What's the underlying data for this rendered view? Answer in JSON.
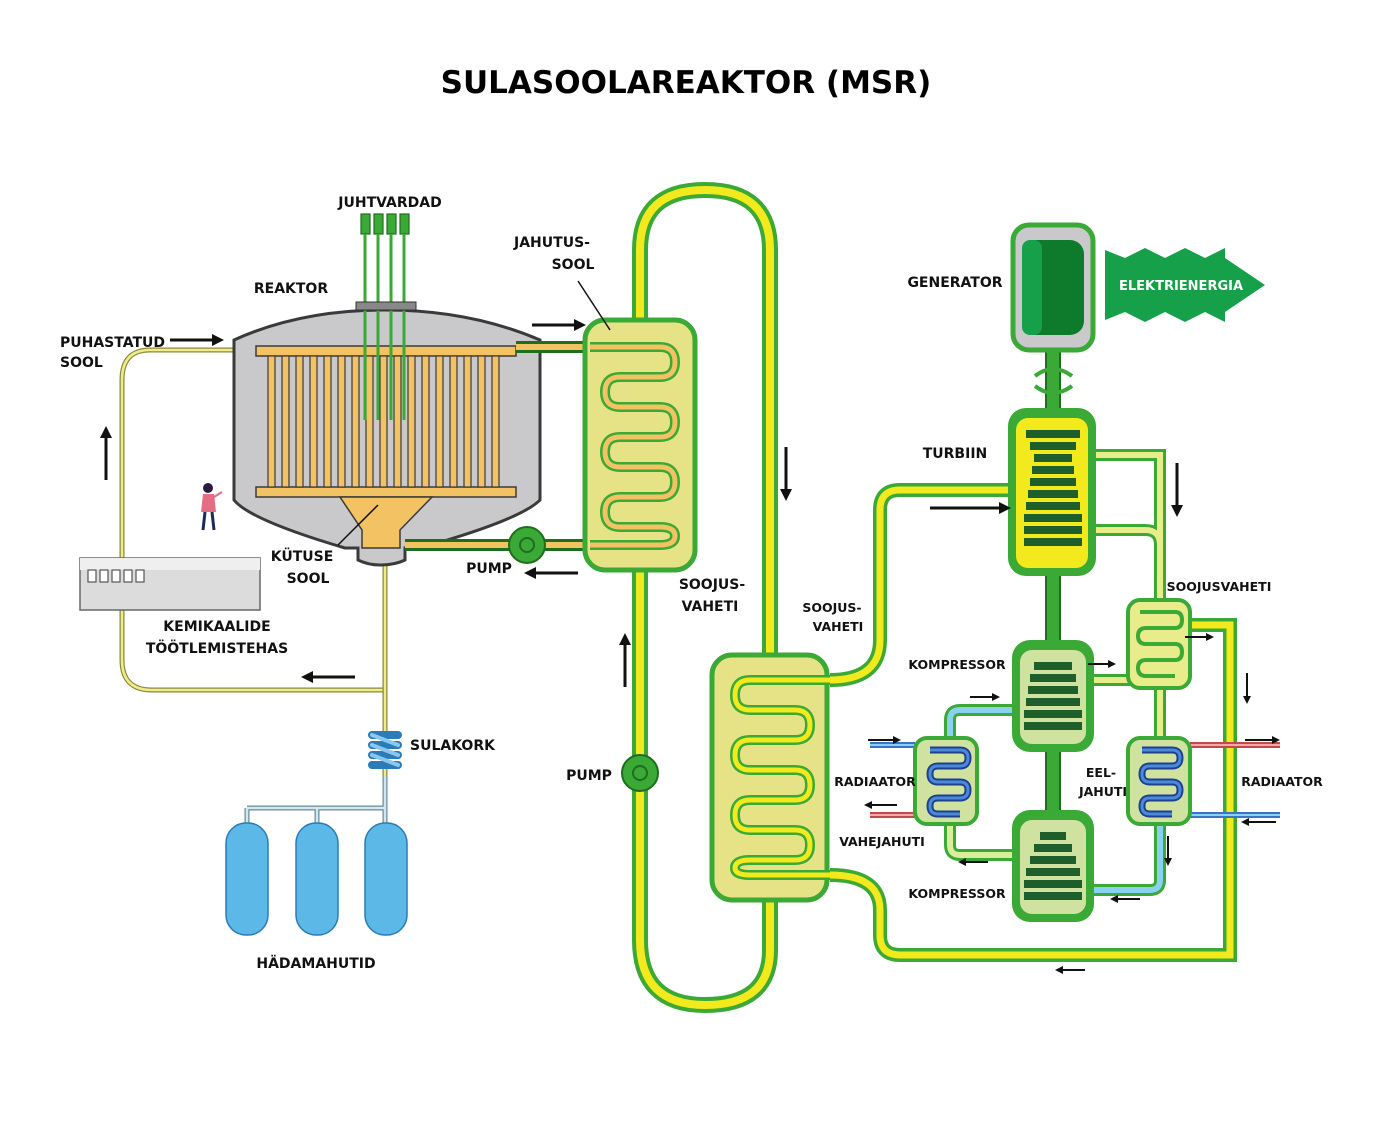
{
  "title": "SULASOOLAREAKTOR (MSR)",
  "labels": {
    "control_rods": "JUHTVARDAD",
    "reactor": "REAKTOR",
    "purified_salt_1": "PUHASTATUD",
    "purified_salt_2": "SOOL",
    "coolant_salt_1": "JAHUTUS-",
    "coolant_salt_2": "SOOL",
    "fuel_salt_1": "KÜTUSE",
    "fuel_salt_2": "SOOL",
    "pump_primary": "PUMP",
    "pump_secondary": "PUMP",
    "chem_plant_1": "KEMIKAALIDE",
    "chem_plant_2": "TÖÖTLEMISTEHAS",
    "freeze_plug": "SULAKORK",
    "emergency_tanks": "HÄDAMAHUTID",
    "hx1_1": "SOOJUS-",
    "hx1_2": "VAHETI",
    "hx2_1": "SOOJUS-",
    "hx2_2": "VAHETI",
    "generator": "GENERATOR",
    "electricity": "ELEKTRIENERGIA",
    "turbine": "TURBIIN",
    "hx3": "SOOJUSVAHETI",
    "compressor_top": "KOMPRESSOR",
    "compressor_bottom": "KOMPRESSOR",
    "radiator_left": "RADIAATOR",
    "radiator_right": "RADIAATOR",
    "intercooler": "VAHEJAHUTI",
    "precooler_1": "EEL-",
    "precooler_2": "JAHUTI"
  },
  "colors": {
    "yellow_loop": "#f2ea1c",
    "green_pipe": "#3aa935",
    "dark_green": "#0d7a2c",
    "reactor_gray": "#c9c9cb",
    "fuel_salt": "#f3c262",
    "tank_blue": "#5cb8e6",
    "hx_fill": "#e6e386",
    "coil_blue": "#3b73c9"
  }
}
